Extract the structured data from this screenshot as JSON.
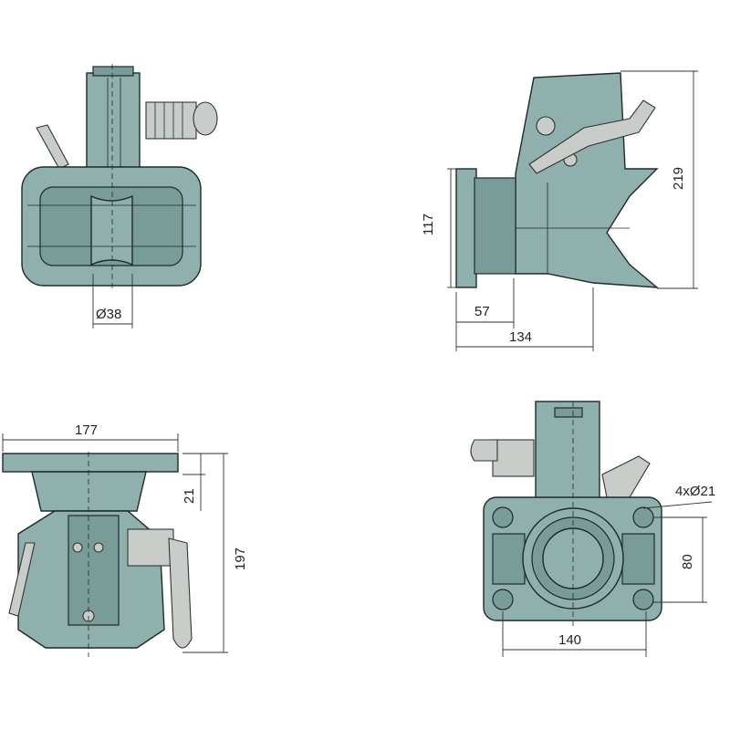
{
  "diagram": {
    "views": {
      "front": {
        "dimensions": {
          "pin_diameter": "Ø38"
        }
      },
      "side": {
        "dimensions": {
          "height_jaw": "117",
          "offset": "57",
          "length": "134",
          "total_height": "219"
        }
      },
      "rear": {
        "dimensions": {
          "plate_width": "177",
          "plate_offset": "21",
          "total_height": "197"
        }
      },
      "top": {
        "dimensions": {
          "holes": "4xØ21",
          "hole_spacing_vertical": "80",
          "hole_spacing_horizontal": "140"
        }
      }
    },
    "colors": {
      "body": "#8fb0ac",
      "spring": "#c9cdc9",
      "outline": "#1e2a2a"
    }
  }
}
